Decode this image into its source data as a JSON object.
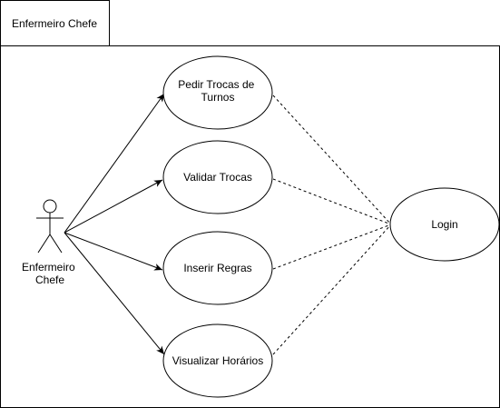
{
  "frame": {
    "title": "Enfermeiro Chefe"
  },
  "actor": {
    "label_lines": [
      "Enfermeiro",
      "Chefe"
    ]
  },
  "use_cases": [
    {
      "id": "pedir-trocas-de-turnos",
      "label_lines": [
        "Pedir Trocas de",
        "Turnos"
      ]
    },
    {
      "id": "validar-trocas",
      "label_lines": [
        "Validar Trocas"
      ]
    },
    {
      "id": "inserir-regras",
      "label_lines": [
        "Inserir Regras"
      ]
    },
    {
      "id": "visualizar-horarios",
      "label_lines": [
        "Visualizar Horários"
      ]
    }
  ],
  "login": {
    "label": "Login"
  },
  "colors": {
    "stroke": "#000000",
    "fill": "#ffffff"
  }
}
